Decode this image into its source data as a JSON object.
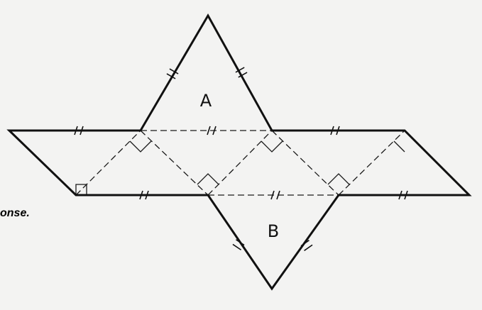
{
  "faces": {
    "top_label": "A",
    "bottom_label": "B"
  },
  "clipped_text": "onse.",
  "colors": {
    "background": "#f3f3f2",
    "ink": "#111111"
  }
}
